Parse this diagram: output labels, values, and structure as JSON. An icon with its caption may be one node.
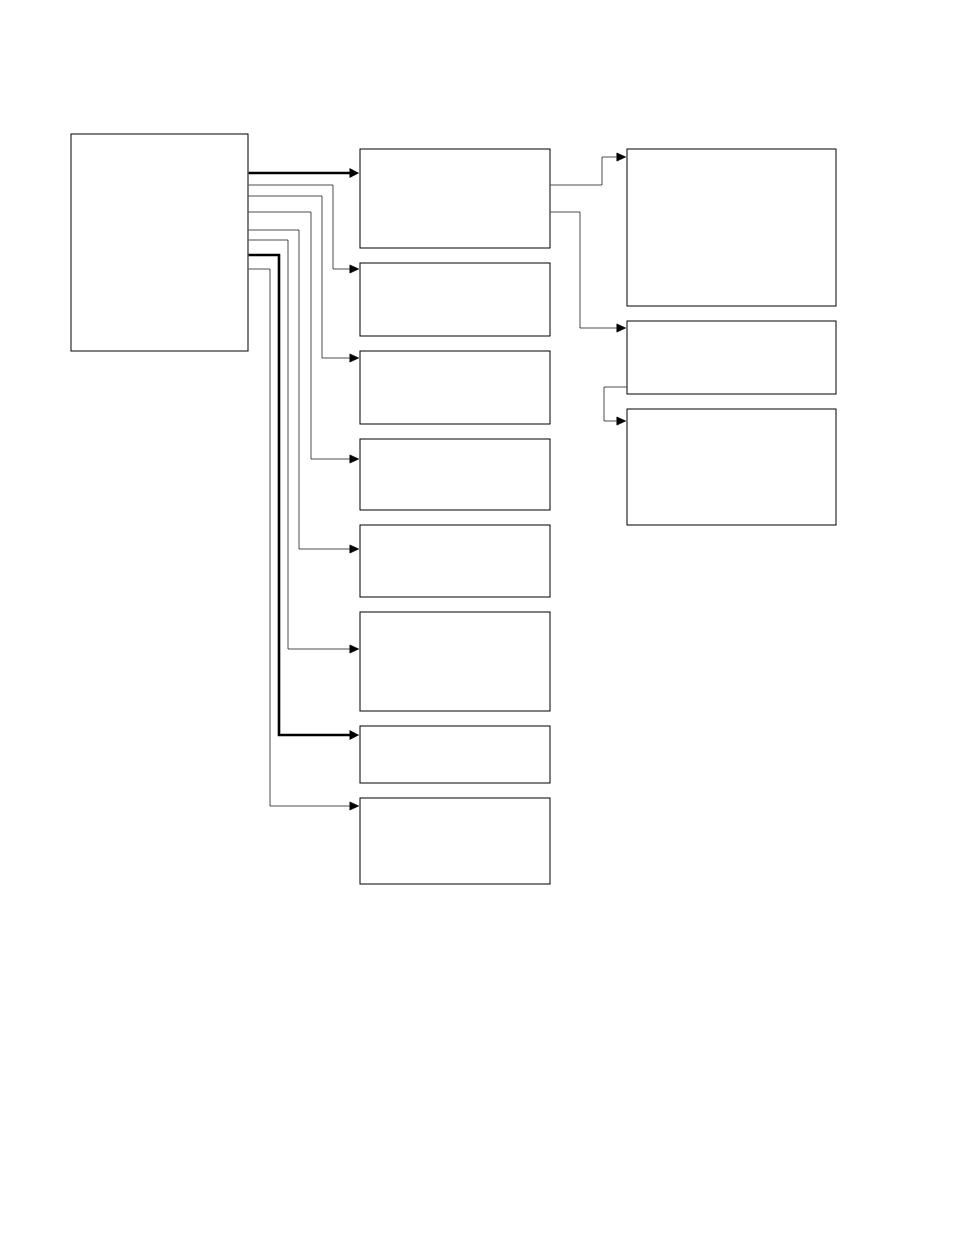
{
  "diagram": {
    "nodes": [
      {
        "text": [],
        "shape": "box"
      },
      {
        "text": [],
        "shape": "box"
      },
      {
        "text": [],
        "shape": "box"
      },
      {
        "text": [],
        "shape": "box"
      },
      {
        "text": [],
        "shape": "box"
      },
      {
        "text": [],
        "shape": "box"
      },
      {
        "text": [],
        "shape": "box"
      },
      {
        "text": [],
        "shape": "box"
      },
      {
        "text": [],
        "shape": "box"
      },
      {
        "text": [],
        "shape": "box"
      },
      {
        "text": [],
        "shape": "box"
      },
      {
        "text": [],
        "shape": "box"
      }
    ],
    "edges": [
      {
        "from": 0,
        "to": 1,
        "arrow": "to",
        "style": "thick"
      },
      {
        "from": 0,
        "to": 2,
        "arrow": "to"
      },
      {
        "from": 0,
        "to": 3,
        "arrow": "to"
      },
      {
        "from": 0,
        "to": 4,
        "arrow": "to"
      },
      {
        "from": 0,
        "to": 5,
        "arrow": "to"
      },
      {
        "from": 0,
        "to": 6,
        "arrow": "to"
      },
      {
        "from": 0,
        "to": 7,
        "arrow": "to",
        "style": "thick"
      },
      {
        "from": 0,
        "to": 8,
        "arrow": "to"
      },
      {
        "from": 1,
        "to": 9,
        "arrow": "to"
      },
      {
        "from": 1,
        "to": 10,
        "arrow": "to"
      },
      {
        "from": 10,
        "to": 11,
        "arrow": "to"
      }
    ]
  }
}
